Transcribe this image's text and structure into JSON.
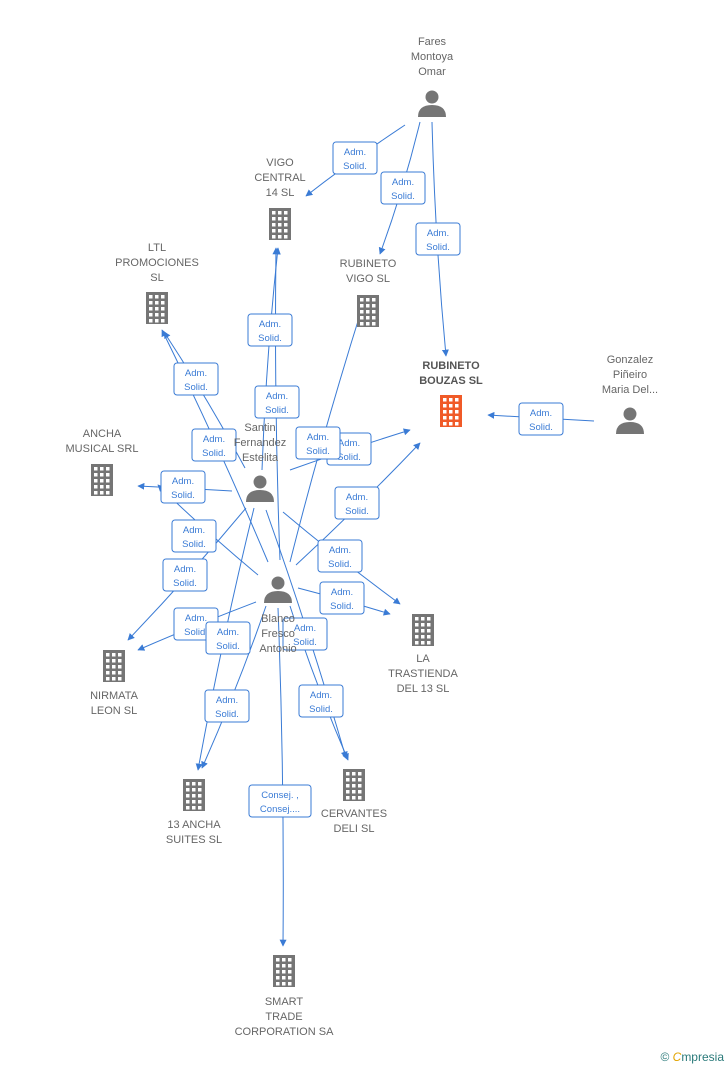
{
  "colors": {
    "edge": "#3a7bd5",
    "icon": "#757575",
    "focus": "#f05a28",
    "text": "#666666"
  },
  "nodes": [
    {
      "id": "fares",
      "type": "person",
      "label": [
        "Fares",
        "Montoya",
        "Omar"
      ]
    },
    {
      "id": "vigo",
      "type": "company",
      "label": [
        "VIGO",
        "CENTRAL",
        "14  SL"
      ]
    },
    {
      "id": "ltl",
      "type": "company",
      "label": [
        "LTL",
        "PROMOCIONES",
        "SL"
      ]
    },
    {
      "id": "rvigo",
      "type": "company",
      "label": [
        "RUBINETO",
        "VIGO  SL"
      ]
    },
    {
      "id": "rbouzas",
      "type": "company",
      "focus": true,
      "label": [
        "RUBINETO",
        "BOUZAS  SL"
      ]
    },
    {
      "id": "gonz",
      "type": "person",
      "label": [
        "Gonzalez",
        "Piñeiro",
        "Maria Del..."
      ]
    },
    {
      "id": "ancha",
      "type": "company",
      "label": [
        "ANCHA",
        "MUSICAL SRL"
      ]
    },
    {
      "id": "santin",
      "type": "person",
      "label": [
        "Santin",
        "Fernandez",
        "Estelita"
      ]
    },
    {
      "id": "blanco",
      "type": "person",
      "label": [
        "Blanco",
        "Fresco",
        "Antonio"
      ]
    },
    {
      "id": "trast",
      "type": "company",
      "label": [
        "LA",
        "TRASTIENDA",
        "DEL 13 SL"
      ]
    },
    {
      "id": "nirmata",
      "type": "company",
      "label": [
        "NIRMATA",
        "LEON  SL"
      ]
    },
    {
      "id": "suites",
      "type": "company",
      "label": [
        "13 ANCHA",
        "SUITES  SL"
      ]
    },
    {
      "id": "cerv",
      "type": "company",
      "label": [
        "CERVANTES",
        "DELI  SL"
      ]
    },
    {
      "id": "smart",
      "type": "company",
      "label": [
        "SMART",
        "TRADE",
        "CORPORATION SA"
      ]
    }
  ],
  "edges": [
    {
      "from": "fares",
      "to": "vigo",
      "label": [
        "Adm.",
        "Solid."
      ]
    },
    {
      "from": "fares",
      "to": "rvigo",
      "label": [
        "Adm.",
        "Solid."
      ]
    },
    {
      "from": "fares",
      "to": "rbouzas",
      "label": [
        "Adm.",
        "Solid."
      ]
    },
    {
      "from": "gonz",
      "to": "rbouzas",
      "label": [
        "Adm.",
        "Solid."
      ]
    },
    {
      "from": "santin",
      "to": "vigo",
      "label": [
        "Adm.",
        "Solid."
      ]
    },
    {
      "from": "santin",
      "to": "ltl",
      "label": [
        "Adm.",
        "Solid."
      ]
    },
    {
      "from": "santin",
      "to": "rbouzas",
      "label": [
        "Adm.",
        "Solid."
      ]
    },
    {
      "from": "santin",
      "to": "ancha",
      "label": [
        "Adm.",
        "Solid."
      ]
    },
    {
      "from": "santin",
      "to": "trast",
      "label": [
        "Adm.",
        "Solid."
      ]
    },
    {
      "from": "santin",
      "to": "nirmata",
      "label": [
        "Adm.",
        "Solid."
      ]
    },
    {
      "from": "santin",
      "to": "suites",
      "label": [
        "Adm.",
        "Solid."
      ]
    },
    {
      "from": "santin",
      "to": "cerv",
      "label": [
        "Adm.",
        "Solid."
      ]
    },
    {
      "from": "blanco",
      "to": "vigo",
      "label": [
        "Adm.",
        "Solid."
      ]
    },
    {
      "from": "blanco",
      "to": "ltl",
      "label": [
        "Adm.",
        "Solid."
      ]
    },
    {
      "from": "blanco",
      "to": "rvigo",
      "label": [
        "Adm.",
        "Solid."
      ]
    },
    {
      "from": "blanco",
      "to": "rbouzas",
      "label": [
        "Adm.",
        "Solid."
      ]
    },
    {
      "from": "blanco",
      "to": "ancha",
      "label": [
        "Adm.",
        "Solid."
      ]
    },
    {
      "from": "blanco",
      "to": "trast",
      "label": [
        "Adm.",
        "Solid."
      ]
    },
    {
      "from": "blanco",
      "to": "nirmata",
      "label": [
        "Adm.",
        "Solid."
      ]
    },
    {
      "from": "blanco",
      "to": "suites",
      "label": [
        "Adm.",
        "Solid."
      ]
    },
    {
      "from": "blanco",
      "to": "cerv",
      "label": [
        "Adm.",
        "Solid."
      ]
    },
    {
      "from": "blanco",
      "to": "smart",
      "label": [
        "Consej. ,",
        "Consej...."
      ]
    }
  ],
  "brand": {
    "copyright": "©",
    "initial": "C",
    "name": "mpresia"
  }
}
